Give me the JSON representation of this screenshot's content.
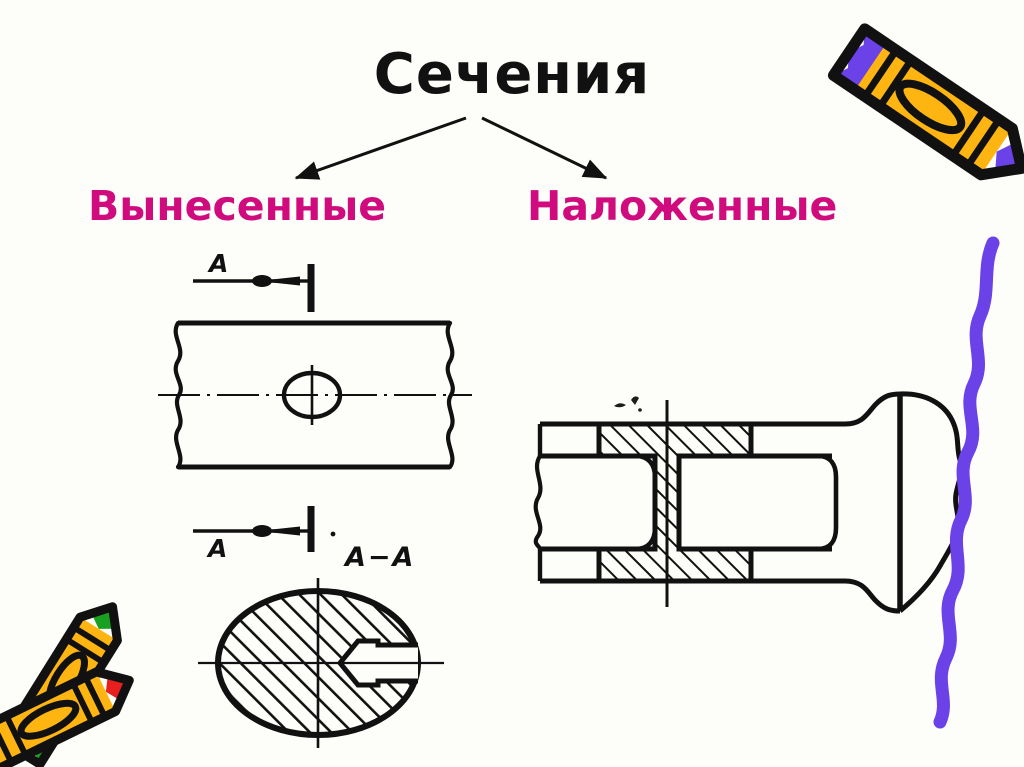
{
  "slide": {
    "title": "Сечения",
    "background_color": "#fdfdfa",
    "ink_color": "#111111",
    "accent_color": "#cf0b7d"
  },
  "branches": {
    "left_label": "Вынесенные",
    "right_label": "Наложенные"
  },
  "left_drawing": {
    "name": "removed-section-example",
    "section_mark_top": "A",
    "section_mark_bottom": "A",
    "section_view_label": "A-A",
    "description": "Shaft shown with break lines, a through hole marked by a cutting plane A-A, and the removed section drawn below as a hatched ellipse with a drilled hole."
  },
  "right_drawing": {
    "name": "superimposed-section-example",
    "description": "Flanged shaft with a superimposed hatched I-section drawn directly on the view."
  },
  "decorations": {
    "crayon_top_right": {
      "name": "crayon-purple-tip",
      "body_color": "#ffb511",
      "tip_color": "#6a42e8"
    },
    "crayon_bottom_left_red": {
      "name": "crayon-red-tip",
      "body_color": "#ffb511",
      "tip_color": "#e81f1f"
    },
    "crayon_bottom_left_green": {
      "name": "crayon-green-tip",
      "body_color": "#ffb511",
      "tip_color": "#19a020"
    },
    "squiggle": {
      "name": "purple-squiggle",
      "color": "#6a42e8"
    }
  }
}
